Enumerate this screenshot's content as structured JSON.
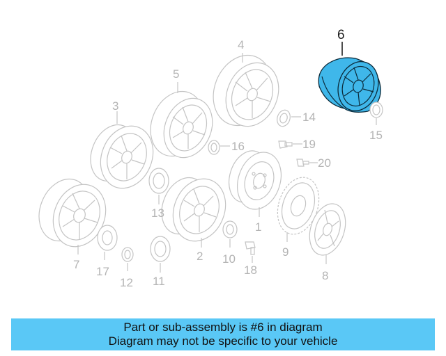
{
  "diagram": {
    "highlighted_part": "6",
    "callouts": [
      "1",
      "2",
      "3",
      "4",
      "5",
      "6",
      "7",
      "8",
      "9",
      "10",
      "11",
      "12",
      "13",
      "14",
      "15",
      "16",
      "17",
      "18",
      "19",
      "20"
    ]
  },
  "caption": {
    "line1": "Part or sub-assembly is #6 in diagram",
    "line2": "Diagram may not be specific to your vehicle"
  },
  "colors": {
    "highlight": "#3fb7ea",
    "banner": "#5ac8f6",
    "outline": "#c4c4c4"
  }
}
